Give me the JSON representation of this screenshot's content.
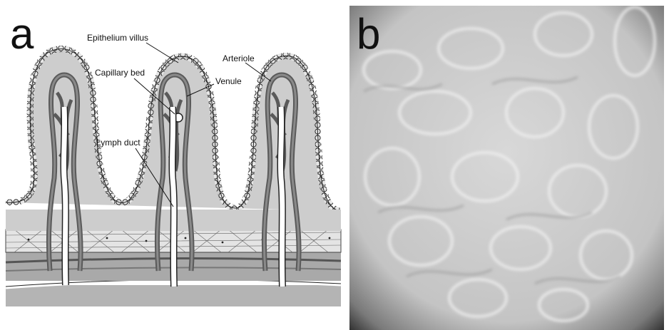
{
  "panel_a": {
    "letter": "a",
    "labels": {
      "epithelium_villus": "Epithelium villus",
      "capillary_bed": "Capillary bed",
      "venule": "Venule",
      "arteriole": "Arteriole",
      "lymph_duct": "Lymph duct"
    }
  },
  "panel_b": {
    "letter": "b"
  },
  "colors": {
    "vessel_dark": "#5a5a5a",
    "villus_fill": "#c8c8c8",
    "submucosa": "#b0b0b0",
    "background": "#ffffff"
  }
}
